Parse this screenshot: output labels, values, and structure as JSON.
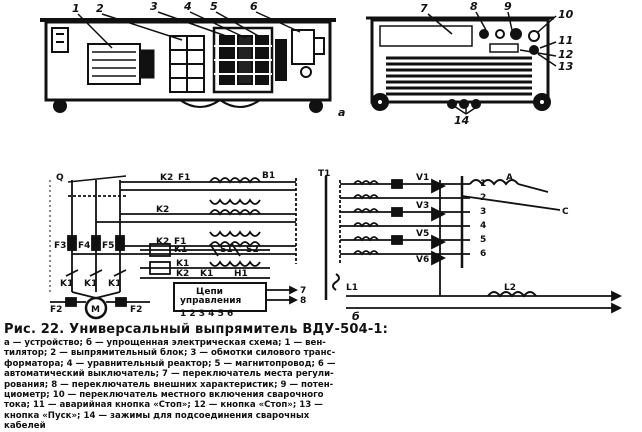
{
  "figure": {
    "panel_a_label": "а",
    "panel_b_label": "б",
    "callouts_top_left": [
      "1",
      "2",
      "3",
      "4",
      "5",
      "6"
    ],
    "callouts_top_right": [
      "7",
      "8",
      "9",
      "10",
      "11",
      "12",
      "13",
      "14"
    ],
    "scheme_left_labels": {
      "q": "Q",
      "k2_1": "K2",
      "f1_1": "F1",
      "b1": "B1",
      "k2_2": "K2",
      "k2_3": "K2",
      "f1_2": "F1",
      "f3": "F3",
      "f4": "F4",
      "f5": "F5",
      "k1_1": "K1",
      "s1": "S1",
      "s2": "S2",
      "k1_2": "K1",
      "k2_4": "K2",
      "k1_3": "K1",
      "h1": "H1",
      "k1_4": "K1",
      "k1_5": "K1",
      "k1_6": "K1",
      "f2_left": "F2",
      "f2_right": "F2",
      "m": "M"
    },
    "control_block": {
      "line1": "Цепи",
      "line2": "управления",
      "terminals": "1 2 3 4 5 6"
    },
    "control_outputs": [
      "7",
      "8"
    ],
    "scheme_right_labels": {
      "t1": "T1",
      "v1": "V1",
      "v3": "V3",
      "v5": "V5",
      "v6": "V6",
      "a": "A",
      "c": "C",
      "l1": "L1",
      "l2": "L2",
      "rows": [
        "1",
        "2",
        "3",
        "4",
        "5",
        "6"
      ]
    }
  },
  "caption": {
    "title": "Рис. 22. Универсальный выпрямитель ВДУ-504-1:",
    "lines": [
      "а — устройство; б — упрощенная электрическая схема; 1 — вен-",
      "тилятор; 2 — выпрямительный блок; 3 — обмотки силового транс-",
      "форматора; 4 — уравнительный реактор; 5 — магнитопровод; 6 —",
      "автоматический выключатель; 7 — переключатель места регули-",
      "рования; 8 — переключатель внешних характеристик; 9 — потен-",
      "циометр; 10 — переключатель местного включения сварочного",
      "тока; 11 — аварийная кнопка «Стоп»; 12 — кнопка «Стоп»; 13 —",
      "кнопка «Пуск»; 14 — зажимы для подсоединения сварочных",
      "кабелей"
    ]
  }
}
